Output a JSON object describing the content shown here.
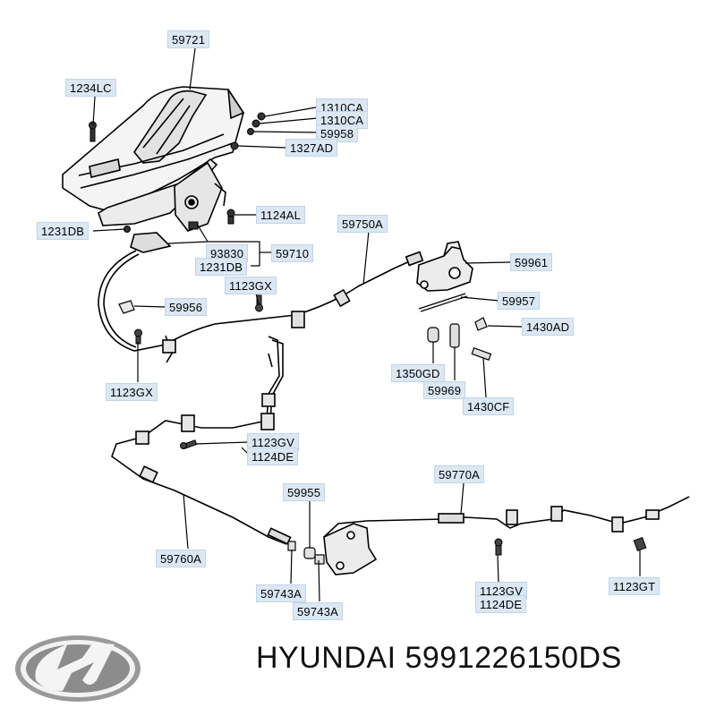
{
  "parts": {
    "p59721": "59721",
    "p1234LC": "1234LC",
    "p1310CA_a": "1310CA",
    "p1310CA_b": "1310CA",
    "p59958": "59958",
    "p1327AD": "1327AD",
    "p1124AL": "1124AL",
    "p1231DB_a": "1231DB",
    "p93830": "93830",
    "p59710": "59710",
    "p1231DB_b": "1231DB",
    "p59750A": "59750A",
    "p59961": "59961",
    "p1123GX_a": "1123GX",
    "p59957": "59957",
    "p59956": "59956",
    "p1430AD": "1430AD",
    "p1123GX_b": "1123GX",
    "p1350GD": "1350GD",
    "p59969": "59969",
    "p1430CF": "1430CF",
    "p1123GV_a": "1123GV",
    "p1124DE_a": "1124DE",
    "p59770A": "59770A",
    "p59955": "59955",
    "p59760A": "59760A",
    "p59743A_a": "59743A",
    "p59743A_b": "59743A",
    "p1123GV_b": "1123GV",
    "p1124DE_b": "1124DE",
    "p1123GT": "1123GT"
  },
  "footer": {
    "caption": "HYUNDAI 5991226150DS"
  },
  "colors": {
    "callout_bg": "#dbe8f4",
    "line": "#000000"
  }
}
